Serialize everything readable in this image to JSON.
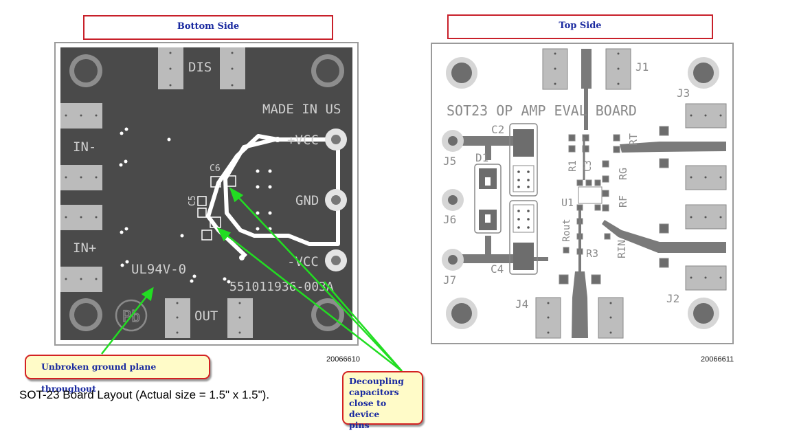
{
  "bottom_panel": {
    "title": "Bottom Side",
    "figure_number": "20066610",
    "silkscreen": {
      "dis": "DIS",
      "made_in_us": "MADE IN US",
      "vcc_pos": "+VCC",
      "gnd": "GND",
      "vcc_neg": "-VCC",
      "in_minus": "IN-",
      "in_plus": "IN+",
      "ul": "UL94V-0",
      "pb": "Pb",
      "out": "OUT",
      "part_number": "551011936-003A",
      "c6": "C6",
      "c5": "C5"
    }
  },
  "top_panel": {
    "title": "Top Side",
    "figure_number": "20066611",
    "board_name": "SOT23 OP AMP EVAL BOARD",
    "labels": {
      "j1": "J1",
      "j2": "J2",
      "j3": "J3",
      "j4": "J4",
      "j5": "J5",
      "j6": "J6",
      "j7": "J7",
      "c2": "C2",
      "c4": "C4",
      "d1": "D1",
      "r1": "R1",
      "c3": "C3",
      "u1": "U1",
      "r3": "R3",
      "rt": "RT",
      "rg": "RG",
      "rf": "RF",
      "rin": "RIN",
      "rout": "Rout"
    }
  },
  "caption": "SOT-23 Board Layout (Actual size = 1.5\" x 1.5\").",
  "callouts": {
    "ground": "Unbroken ground plane throughout",
    "decoupling_lines": [
      "Decoupling",
      "capacitors",
      "close to device",
      "pins"
    ]
  },
  "colors": {
    "title_border": "#c8202a",
    "title_text": "#1a2aa0",
    "bottom_board": "#4a4a4a",
    "top_board": "#ffffff",
    "callout_fill": "#fffbc8",
    "arrow": "#22dd22"
  }
}
